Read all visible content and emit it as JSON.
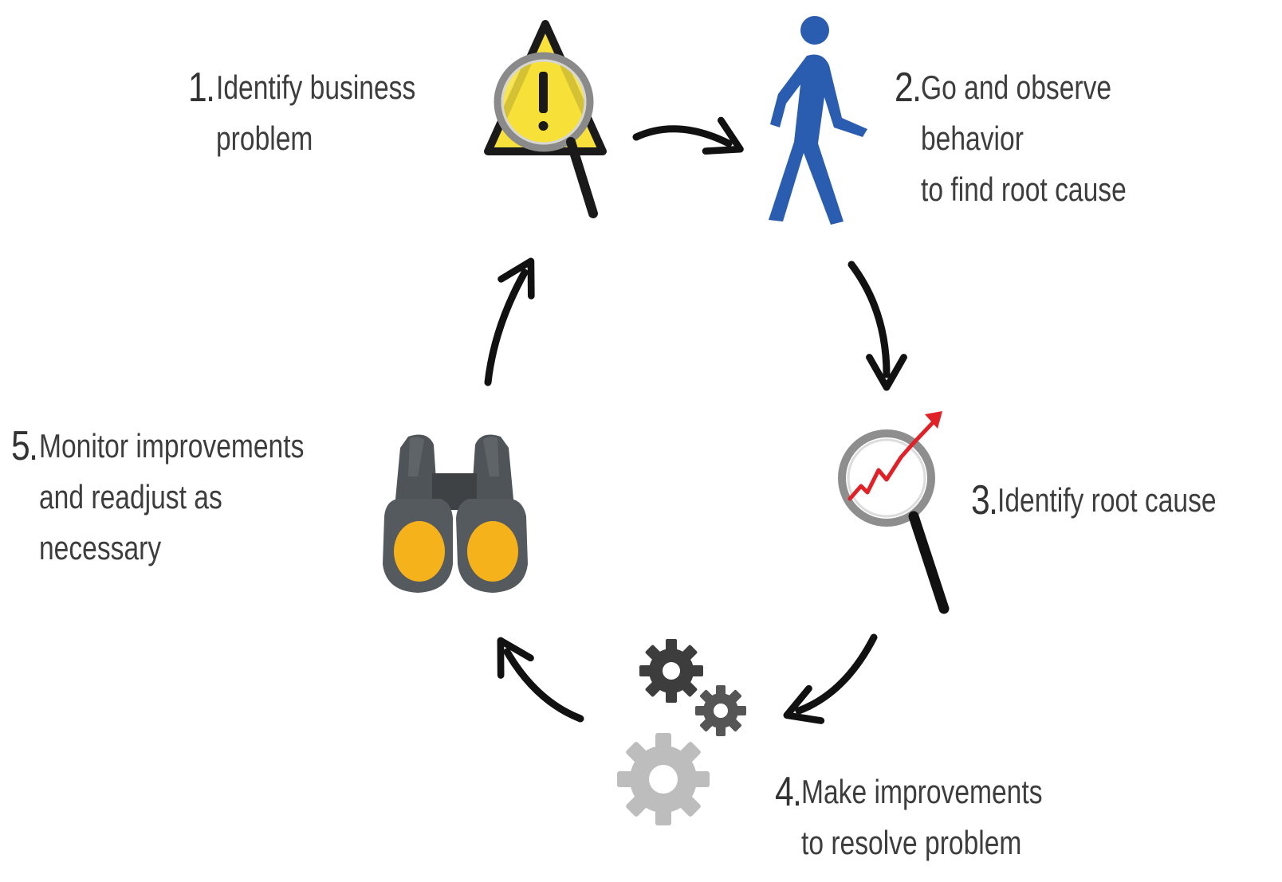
{
  "diagram": {
    "steps": [
      {
        "number": "1.",
        "label": "Identify business\nproblem",
        "icon": "warning-magnifier-icon"
      },
      {
        "number": "2.",
        "label": "Go and observe behavior\nto find root cause",
        "icon": "walking-person-icon"
      },
      {
        "number": "3.",
        "label": "Identify root cause",
        "icon": "chart-magnifier-icon"
      },
      {
        "number": "4.",
        "label": "Make improvements\nto resolve problem",
        "icon": "gears-icon"
      },
      {
        "number": "5.",
        "label": "Monitor improvements\nand readjust as\nnecessary",
        "icon": "binoculars-icon"
      }
    ],
    "colors": {
      "warning_yellow": "#f7e13a",
      "person_blue": "#2a5db0",
      "trend_red": "#e02127",
      "binocular_gray": "#555a5e",
      "lens_orange": "#f5b21b",
      "gear_dark": "#3d3d3d",
      "gear_light": "#bdbdbd",
      "arrow": "#111111"
    }
  }
}
